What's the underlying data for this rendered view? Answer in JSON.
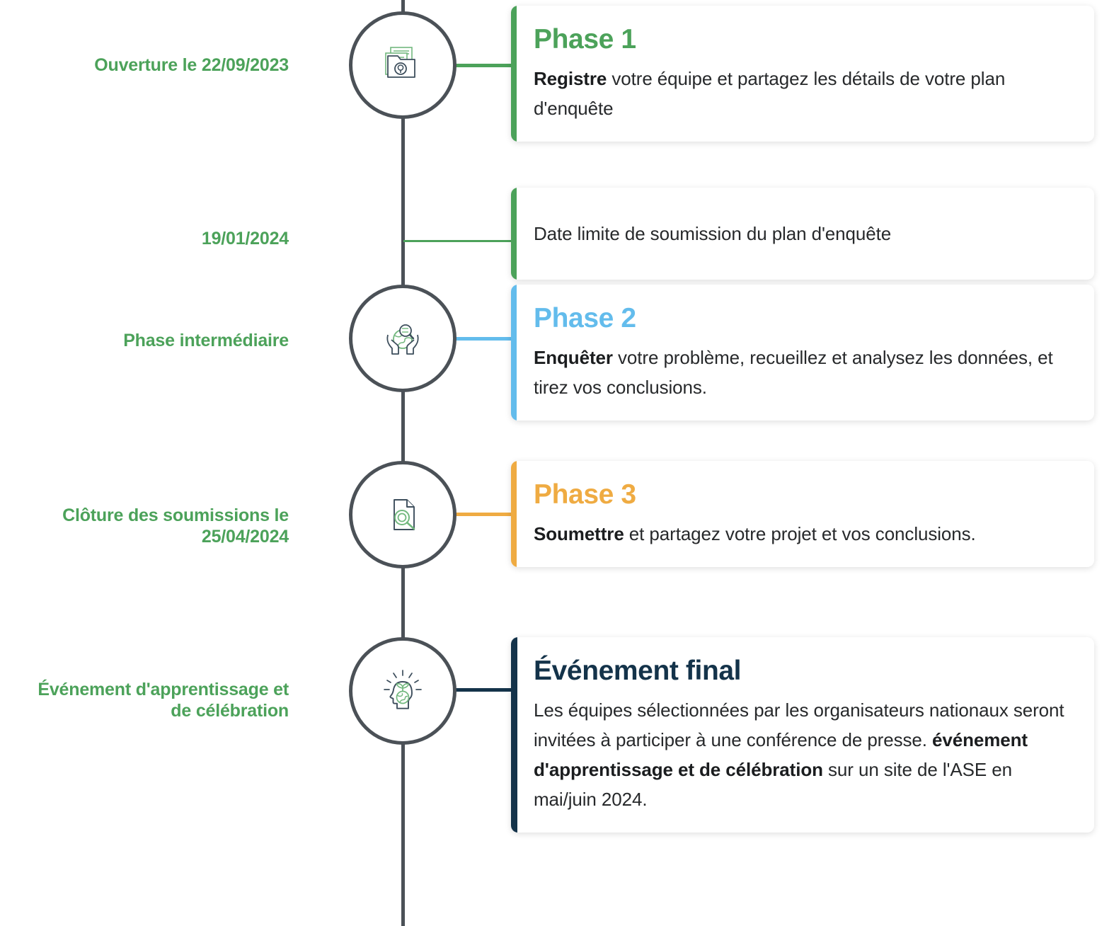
{
  "theme": {
    "green": "#4CA25A",
    "blue": "#63BCEC",
    "orange": "#EFAB42",
    "navy": "#14334A",
    "spine": "#4B5157",
    "text": "#27292B"
  },
  "timeline": {
    "rows": [
      {
        "key": "phase1",
        "side_label": "Ouverture le 22/09/2023",
        "icon": "folder-documents-search-icon",
        "has_node": true,
        "accent_color": "#4CA25A",
        "connector_color": "#4CA25A",
        "title": "Phase 1",
        "title_color": "#4CA25A",
        "text_lead": "Registre",
        "text_rest": " votre équipe et partagez les détails de votre plan d'enquête"
      },
      {
        "key": "deadline",
        "side_label": "19/01/2024",
        "icon": null,
        "has_node": false,
        "accent_color": "#4CA25A",
        "connector_color": "#4CA25A",
        "title": null,
        "title_color": null,
        "text_lead": null,
        "text_rest": "Date limite de soumission du plan d'enquête"
      },
      {
        "key": "phase2",
        "side_label": "Phase intermédiaire",
        "icon": "hands-globe-search-icon",
        "has_node": true,
        "accent_color": "#63BCEC",
        "connector_color": "#63BCEC",
        "title": "Phase 2",
        "title_color": "#63BCEC",
        "text_lead": "Enquêter",
        "text_rest": " votre problème, recueillez et analysez les données, et tirez vos conclusions."
      },
      {
        "key": "phase3",
        "side_label": "Clôture des soumissions le 25/04/2024",
        "icon": "document-search-icon",
        "has_node": true,
        "accent_color": "#EFAB42",
        "connector_color": "#EFAB42",
        "title": "Phase 3",
        "title_color": "#EFAB42",
        "text_lead": "Soumettre",
        "text_rest": " et partagez votre projet et vos conclusions."
      },
      {
        "key": "final",
        "side_label": "Événement d'apprentissage et de célébration",
        "icon": "head-idea-globe-plant-icon",
        "has_node": true,
        "accent_color": "#14334A",
        "connector_color": "#14334A",
        "title": "Événement final",
        "title_color": "#14334A",
        "text_lead": null,
        "text_rest": "Les équipes sélectionnées par les organisateurs nationaux seront invitées à participer à une conférence de presse. ",
        "text_bold_mid": "événement d'apprentissage et de célébration",
        "text_tail": " sur un site de l'ASE en mai/juin 2024."
      }
    ]
  }
}
